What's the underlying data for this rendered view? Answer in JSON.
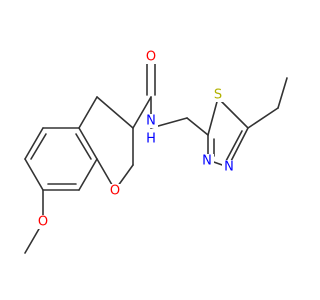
{
  "molecule": {
    "atoms": {
      "oxygen_carbonyl": {
        "symbol": "O",
        "color": "#ff0000"
      },
      "nitrogen_amide": {
        "symbol": "N",
        "color": "#0000ff"
      },
      "hydrogen_amide": {
        "symbol": "H",
        "color": "#0000ff"
      },
      "sulfur_ring": {
        "symbol": "S",
        "color": "#b2b200"
      },
      "nitrogen_ring_a": {
        "symbol": "N",
        "color": "#0000ff"
      },
      "nitrogen_ring_b": {
        "symbol": "N",
        "color": "#0000ff"
      },
      "oxygen_ring": {
        "symbol": "O",
        "color": "#ff0000"
      },
      "oxygen_methoxy": {
        "symbol": "O",
        "color": "#ff0000"
      }
    },
    "bond_color": "#333333",
    "background": "#ffffff"
  }
}
